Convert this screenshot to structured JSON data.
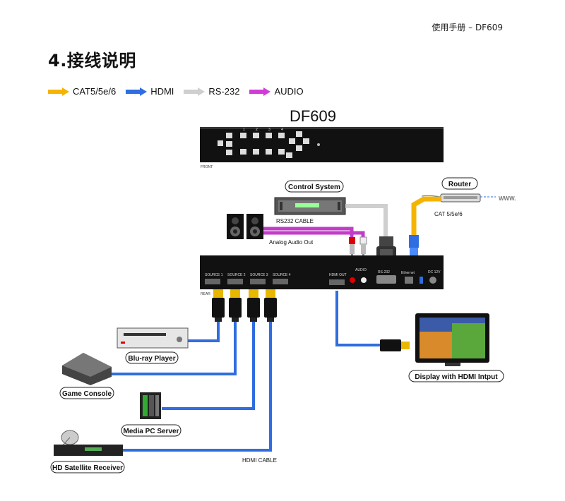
{
  "header": {
    "manual_label": "使用手册  –  DF609"
  },
  "section": {
    "title": "4.接线说明"
  },
  "legend": [
    {
      "label": "CAT5/5e/6",
      "color": "#f5b400"
    },
    {
      "label": "HDMI",
      "color": "#2f6de0"
    },
    {
      "label": "RS-232",
      "color": "#cfcfcf"
    },
    {
      "label": "AUDIO",
      "color": "#d23bd6"
    }
  ],
  "device": {
    "model": "DF609",
    "front_label": "FRONT",
    "rear_label": "REAR",
    "front_button_numbers": [
      "1",
      "2",
      "3",
      "4"
    ],
    "rear_ports": {
      "sources": [
        "SOURCE 1",
        "SOURCE 2",
        "SOURCE 3",
        "SOURCE 4"
      ],
      "hdmi_out": "HDMI OUT",
      "audio": "AUDIO",
      "rs232": "RS-232",
      "ethernet": "Ethernet",
      "dc": "DC 12V"
    }
  },
  "labels": {
    "control_system": "Control System",
    "rs232_cable": "RS232 CABLE",
    "router": "Router",
    "www": "WWW.",
    "cat_cable": "CAT 5/5e/6",
    "analog_audio_out": "Analog Audio Out",
    "bluray": "Blu-ray Player",
    "game_console": "Game Console",
    "media_pc": "Media PC Server",
    "hd_satellite": "HD Satellite Receiver",
    "hdmi_cable": "HDMI CABLE",
    "display": "Display with HDMI Intput"
  },
  "colors": {
    "cat": "#f5b400",
    "hdmi": "#2f6de0",
    "rs232": "#cfcfcf",
    "audio": "#c23cc8",
    "device_body": "#111111"
  }
}
